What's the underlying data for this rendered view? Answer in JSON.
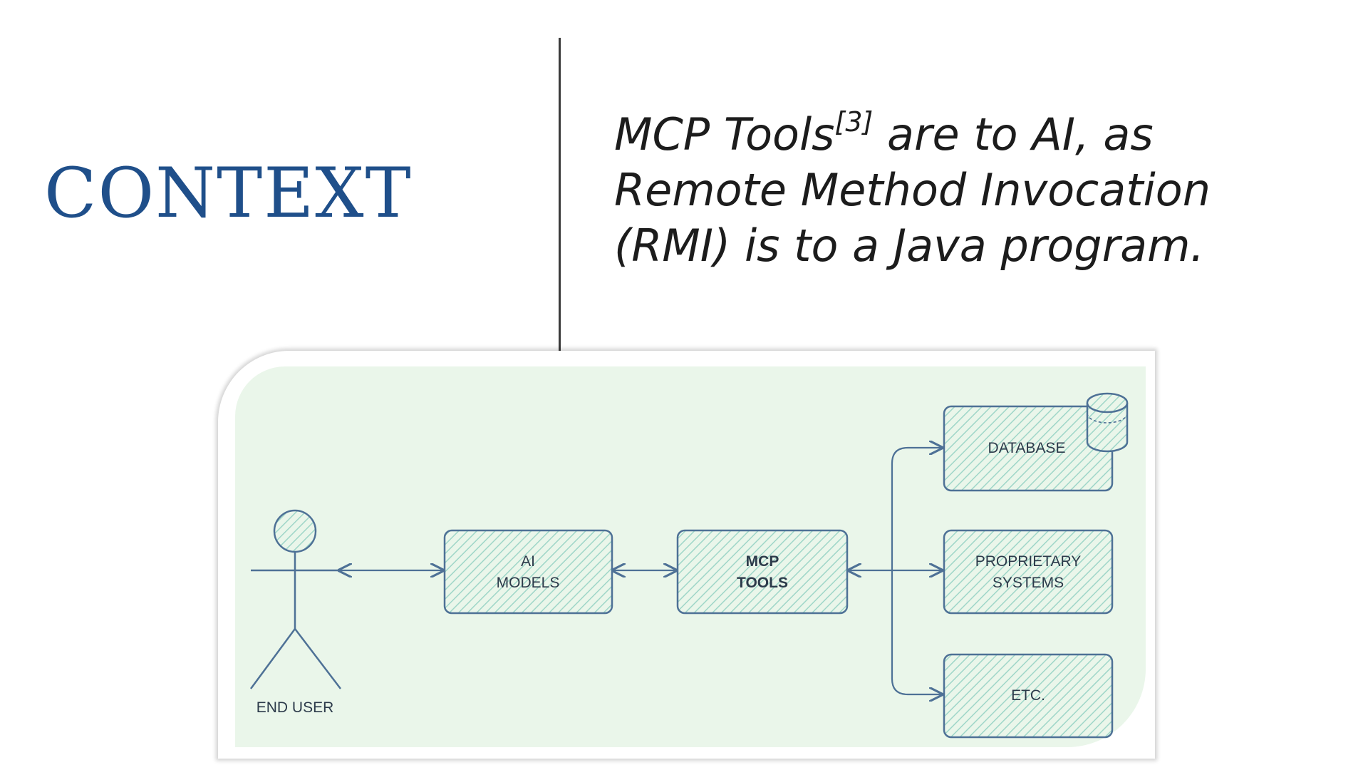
{
  "slide": {
    "title": "CONTEXT",
    "quote": {
      "line1_pre": "MCP Tools",
      "line1_sup": "[3]",
      "line1_post": " are to AI, as",
      "line2": "Remote Method Invocation",
      "line3": "(RMI) is to a Java program."
    }
  },
  "diagram": {
    "actor": {
      "label": "END USER"
    },
    "nodes": {
      "ai_models": {
        "line1": "AI",
        "line2": "MODELS"
      },
      "mcp_tools": {
        "line1": "MCP",
        "line2": "TOOLS"
      },
      "database": {
        "label": "DATABASE"
      },
      "proprietary": {
        "line1": "PROPRIETARY",
        "line2": "SYSTEMS"
      },
      "etc": {
        "label": "ETC."
      }
    },
    "colors": {
      "title_blue": "#1f4f8a",
      "panel_fill": "#eaf6ea",
      "box_fill": "#bfe5dc",
      "stroke": "#4e7196"
    }
  }
}
